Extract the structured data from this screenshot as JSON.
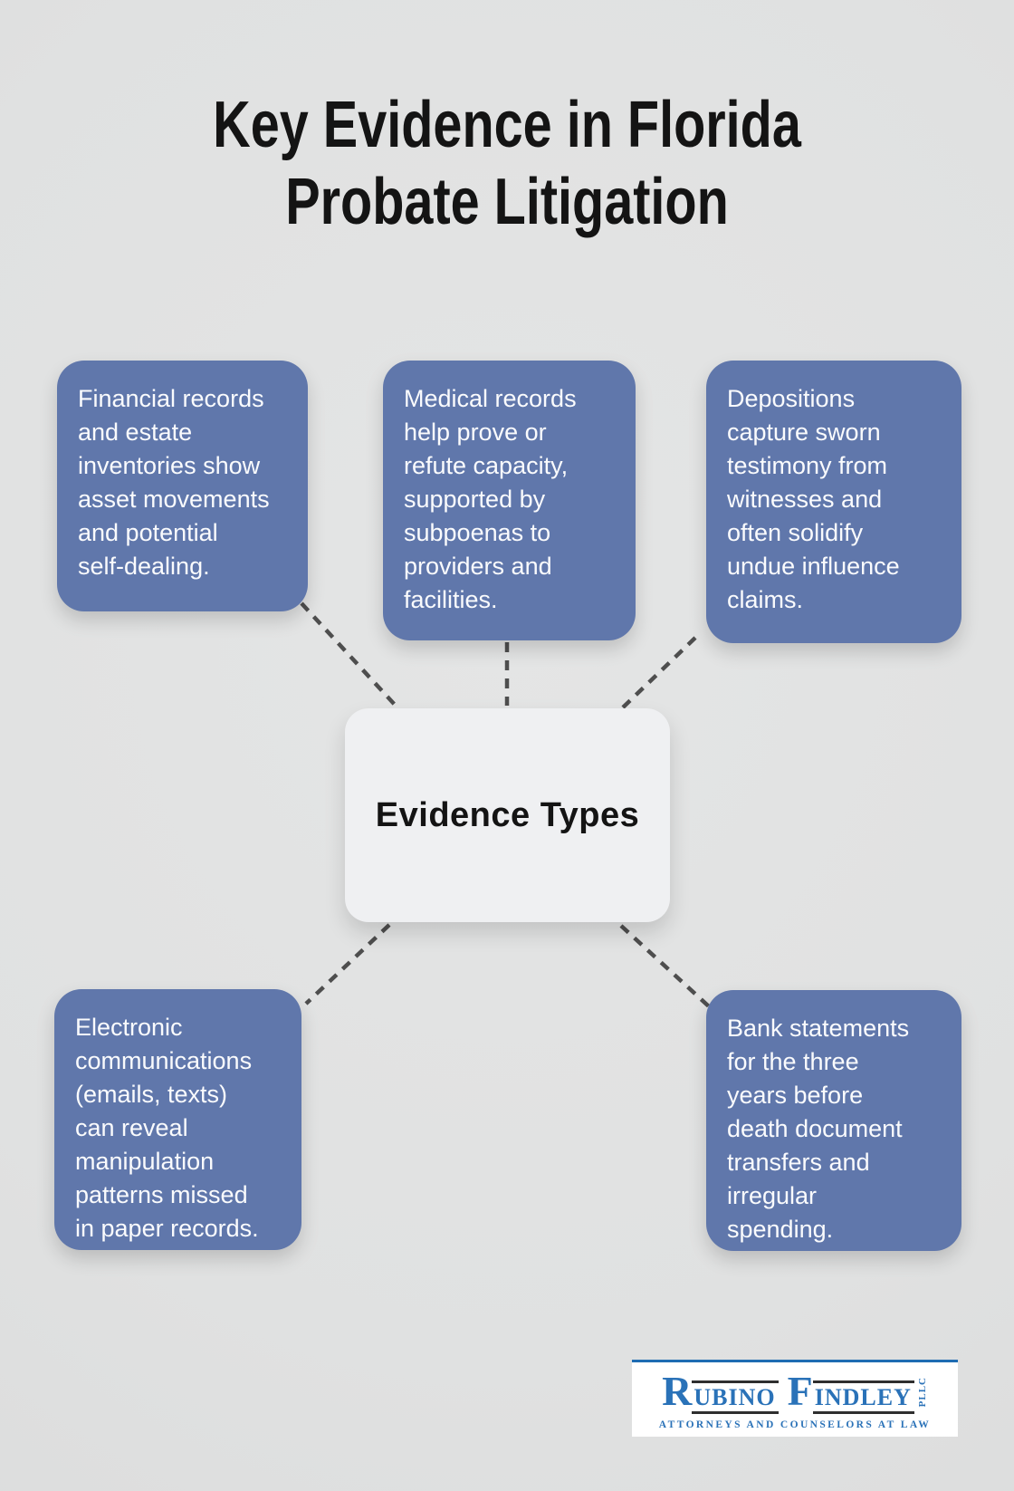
{
  "title": "Key Evidence in Florida\nProbate Litigation",
  "center_node": {
    "label": "Evidence Types"
  },
  "nodes": [
    {
      "id": "financial-records",
      "text": "Financial records\nand estate\ninventories show\nasset movements\nand potential\nself-dealing."
    },
    {
      "id": "medical-records",
      "text": "Medical records\nhelp prove or\nrefute capacity,\nsupported by\nsubpoenas to\nproviders and\nfacilities."
    },
    {
      "id": "depositions",
      "text": "Depositions\ncapture sworn\ntestimony from\nwitnesses and\noften solidify\nundue influence\nclaims."
    },
    {
      "id": "electronic-communications",
      "text": "Electronic\ncommunications\n(emails, texts)\ncan reveal\nmanipulation\npatterns missed\nin paper records."
    },
    {
      "id": "bank-statements",
      "text": "Bank statements\nfor the three\nyears before\ndeath document\ntransfers and\nirregular\nspending."
    }
  ],
  "connections": [
    {
      "from": "financial-records",
      "to": "evidence-types",
      "style": "dashed"
    },
    {
      "from": "medical-records",
      "to": "evidence-types",
      "style": "dashed"
    },
    {
      "from": "depositions",
      "to": "evidence-types",
      "style": "dashed"
    },
    {
      "from": "evidence-types",
      "to": "electronic-communications",
      "style": "dashed"
    },
    {
      "from": "evidence-types",
      "to": "bank-statements",
      "style": "dashed"
    }
  ],
  "logo": {
    "name_word1_initial": "R",
    "name_word1_rest": "UBINO",
    "name_word2_initial": "F",
    "name_word2_rest": "INDLEY",
    "suffix": "PLLC",
    "tagline": "ATTORNEYS AND COUNSELORS AT LAW"
  },
  "colors": {
    "background": "#e0e1e1",
    "node_fill": "#6077ab",
    "node_text": "#fafbfd",
    "center_node_fill": "#eff0f2",
    "connector": "#4e4e4e",
    "title_text": "#141414",
    "logo_blue": "#2a72b8",
    "logo_rule": "#2f2f2f"
  }
}
